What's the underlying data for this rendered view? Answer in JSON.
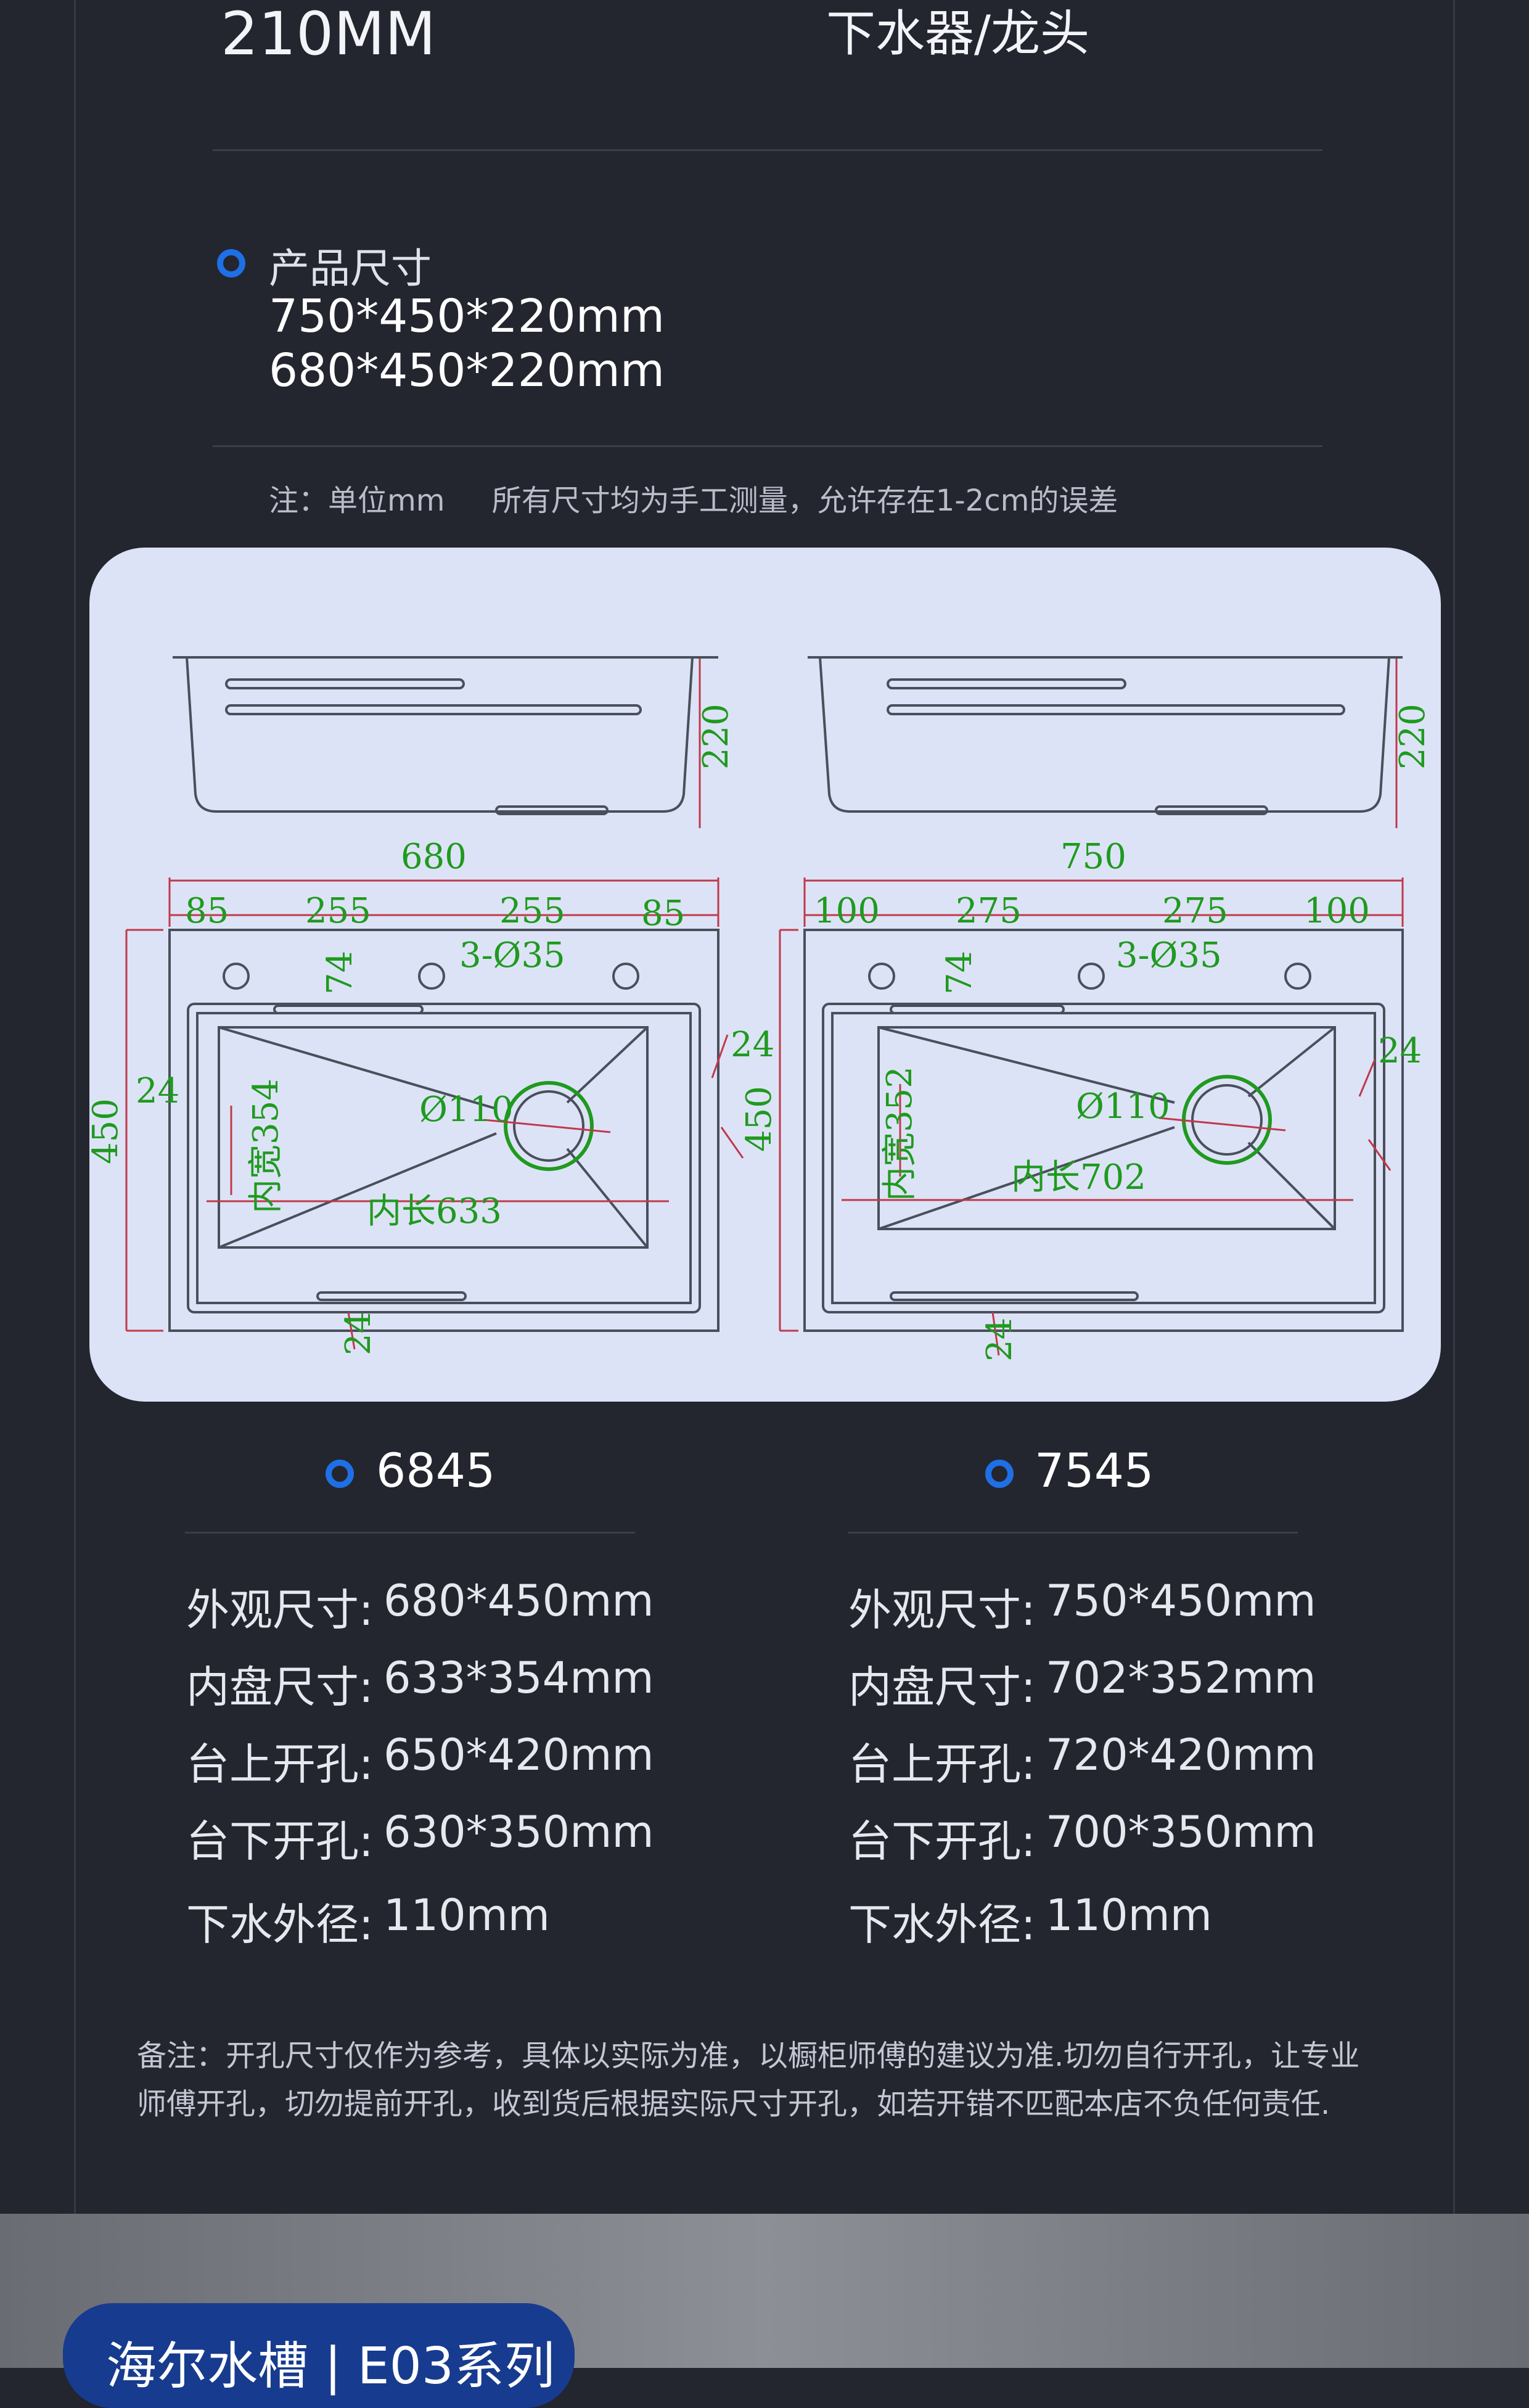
{
  "header": {
    "left_value": "210MM",
    "right_value": "下水器/龙头"
  },
  "product_size": {
    "title": "产品尺寸",
    "lines": [
      "750*450*220mm",
      "680*450*220mm"
    ]
  },
  "note": "注：单位mm     所有尺寸均为手工测量，允许存在1-2cm的误差",
  "diagrams": {
    "left": {
      "height": "220",
      "total_width": "680",
      "segments": [
        "85",
        "255",
        "255",
        "85"
      ],
      "hole_spec": "3-Ø35",
      "hole_depth": "74",
      "outer_height": "450",
      "rim_side": "24",
      "rim_right": "24",
      "inner_width": "内宽354",
      "drain": "Ø110",
      "inner_length": "内长633",
      "rim_bottom": "24"
    },
    "right": {
      "height": "220",
      "total_width": "750",
      "segments": [
        "100",
        "275",
        "275",
        "100"
      ],
      "hole_spec": "3-Ø35",
      "hole_depth": "74",
      "outer_height": "450",
      "rim_right": "24",
      "inner_width": "内宽352",
      "drain": "Ø110",
      "inner_length": "内长702",
      "rim_bottom": "24"
    }
  },
  "models": [
    {
      "name": "6845",
      "specs": [
        {
          "label": "外观尺寸:",
          "value": "680*450mm"
        },
        {
          "label": "内盘尺寸:",
          "value": "633*354mm"
        },
        {
          "label": "台上开孔:",
          "value": "650*420mm"
        },
        {
          "label": "台下开孔:",
          "value": "630*350mm"
        },
        {
          "label": "下水外径:",
          "value": "110mm"
        }
      ]
    },
    {
      "name": "7545",
      "specs": [
        {
          "label": "外观尺寸:",
          "value": "750*450mm"
        },
        {
          "label": "内盘尺寸:",
          "value": "702*352mm"
        },
        {
          "label": "台上开孔:",
          "value": "720*420mm"
        },
        {
          "label": "台下开孔:",
          "value": "700*350mm"
        },
        {
          "label": "下水外径:",
          "value": "110mm"
        }
      ]
    }
  ],
  "remark": [
    "备注：开孔尺寸仅作为参考，具体以实际为准，以橱柜师傅的建议为准.切勿自行开孔，让专业",
    "师傅开孔，切勿提前开孔，收到货后根据实际尺寸开孔，如若开错不匹配本店不负任何责任."
  ],
  "brand": "海尔水槽 | E03系列",
  "colors": {
    "background": "#23252f",
    "accent_blue": "#1f6fe5",
    "dimension_green": "#1f9a1f",
    "dimension_red": "#c0394b",
    "panel": "#dde3f6"
  }
}
